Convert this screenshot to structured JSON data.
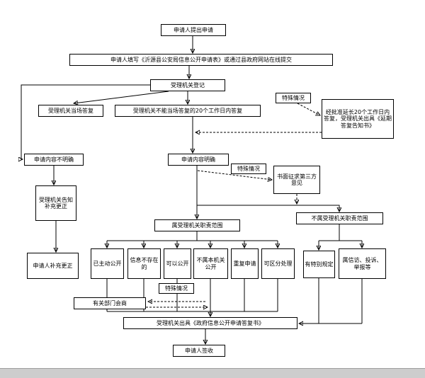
{
  "colors": {
    "background": "#ffffff",
    "line": "#000000",
    "box_border": "#000000",
    "bottom_bar": "#cdcdcd"
  },
  "flowchart": {
    "nodes": {
      "apply": "申请人提出申请",
      "fill_form": "申请人填写《沂源县公安局信息公开申请表》或通过县政府网站在线提交",
      "register": "受理机关登记",
      "onspot_reply": "受理机关当场答复",
      "reply_20days": "受理机关不能当场答复的20个工作日内答复",
      "special_case_1": "特殊情况",
      "extend_reply": "经批准延长20个工作日内答复，受理机关出具《延期答复告知书》",
      "content_unclear": "申请内容不明确",
      "content_clear": "申请内容明确",
      "special_case_2": "特殊情况",
      "third_party": "书面征求第三方意见",
      "notify_correct": "受理机关告知补充更正",
      "in_scope": "属受理机关职责范围",
      "out_scope": "不属受理机关职责范围",
      "applicant_correct": "申请人补充更正",
      "already_public": "已主动公开",
      "not_exist": "信息不存在的",
      "can_public": "可以公开",
      "not_this_organ": "不属本机关公开",
      "repeat_apply": "重复申请",
      "separable": "可区分处理",
      "special_rules": "有特别规定",
      "petition": "属信访、投诉、举报等",
      "special_case_3": "特殊情况",
      "dept_consult": "有关部门会商",
      "issue_reply": "受理机关出具《政府信息公开申请答复书》",
      "sign_receipt": "申请人签收"
    }
  }
}
